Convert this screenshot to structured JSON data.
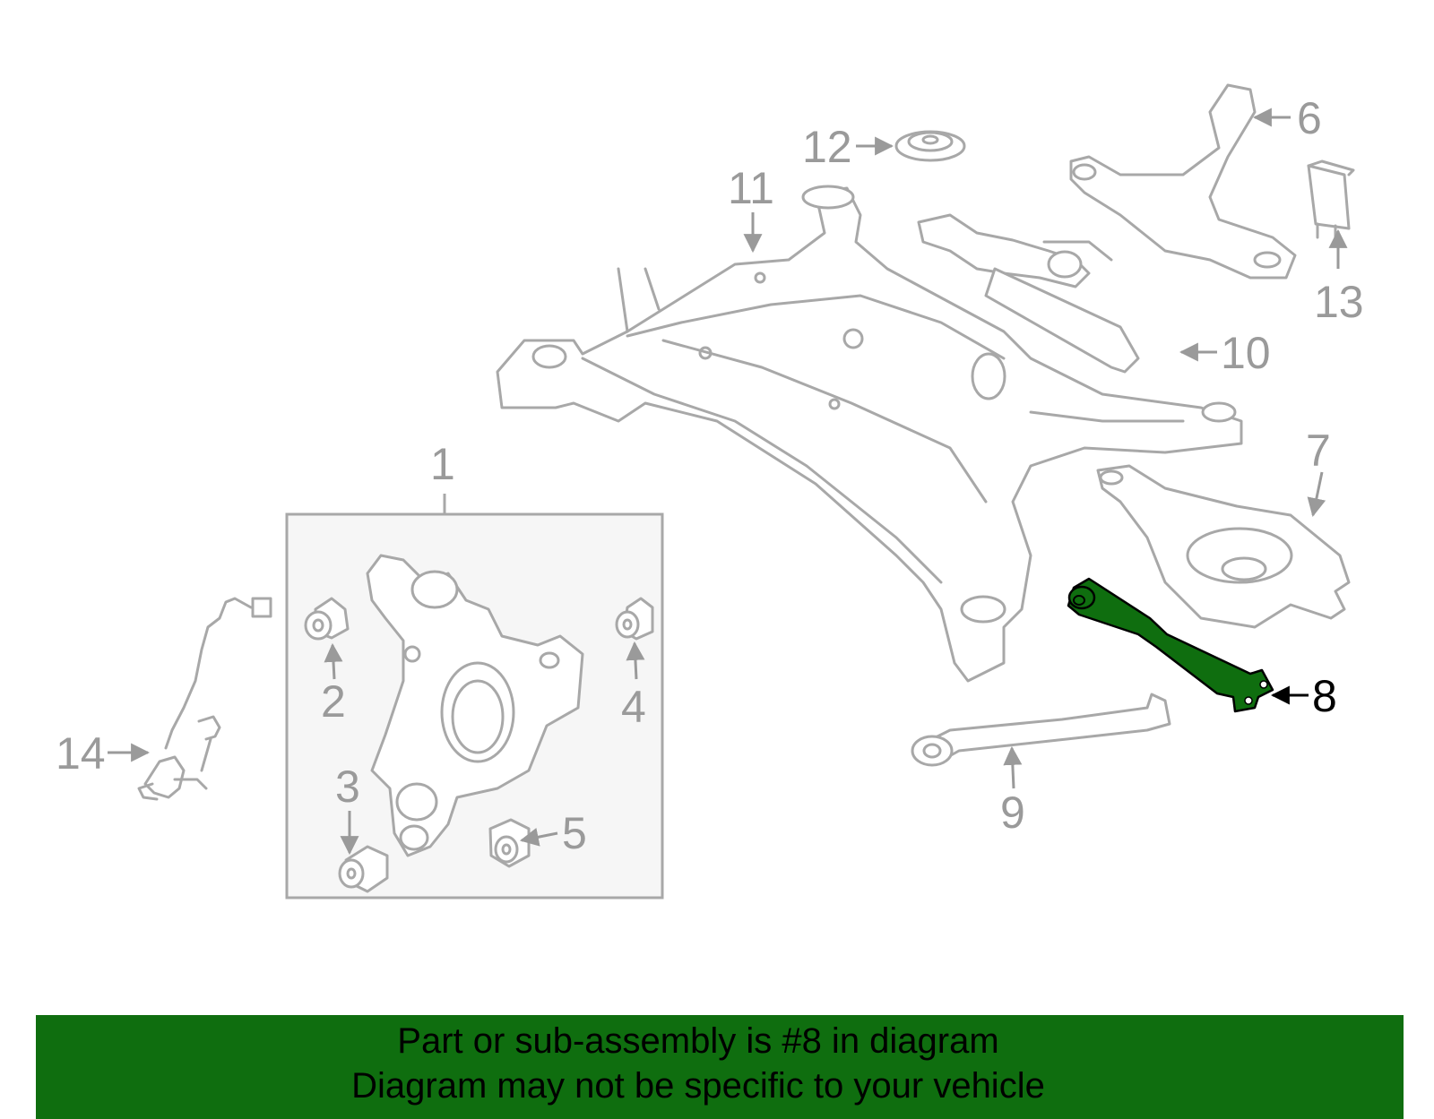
{
  "callouts": {
    "c1": "1",
    "c2": "2",
    "c3": "3",
    "c4": "4",
    "c5": "5",
    "c6": "6",
    "c7": "7",
    "c8": "8",
    "c9": "9",
    "c10": "10",
    "c11": "11",
    "c12": "12",
    "c13": "13",
    "c14": "14"
  },
  "highlighted_part": "8",
  "colors": {
    "highlight": "#0f6e0f",
    "part_lines": "#a8a8a8",
    "callout_text": "#9a9a9a",
    "banner": "#0f6e0f"
  },
  "banner": {
    "line1": "Part or sub-assembly is #8 in diagram",
    "line2": "Diagram may not be specific to your vehicle"
  }
}
